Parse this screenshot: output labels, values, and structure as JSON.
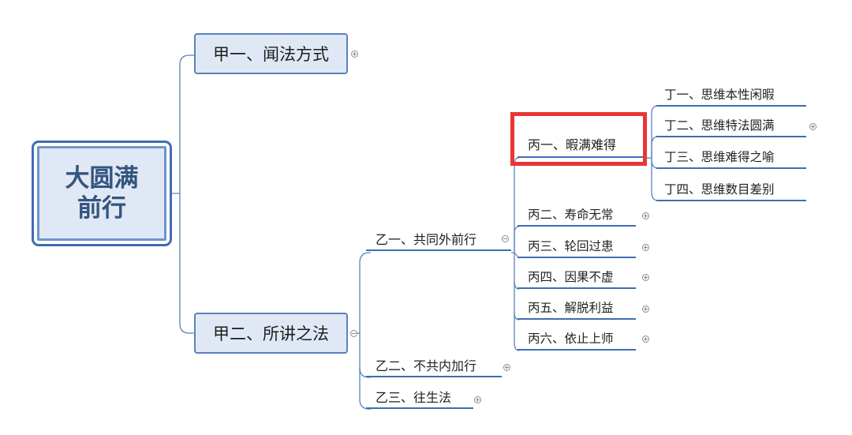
{
  "root": {
    "line1": "大圆满",
    "line2": "前行"
  },
  "jia1": {
    "label": "甲一、闻法方式",
    "expander": "+"
  },
  "jia2": {
    "label": "甲二、所讲之法",
    "expander": "−"
  },
  "yi1": {
    "label": "乙一、共同外前行",
    "expander": "−"
  },
  "yi2": {
    "label": "乙二、不共内加行",
    "expander": "+"
  },
  "yi3": {
    "label": "乙三、往生法",
    "expander": "+"
  },
  "bing": [
    {
      "label": "丙一、暇满难得",
      "expander": ""
    },
    {
      "label": "丙二、寿命无常",
      "expander": "+"
    },
    {
      "label": "丙三、轮回过患",
      "expander": "+"
    },
    {
      "label": "丙四、因果不虚",
      "expander": "+"
    },
    {
      "label": "丙五、解脱利益",
      "expander": "+"
    },
    {
      "label": "丙六、依止上师",
      "expander": "+"
    }
  ],
  "ding": [
    {
      "label": "丁一、思维本性闲暇",
      "expander": ""
    },
    {
      "label": "丁二、思维特法圆满",
      "expander": "+"
    },
    {
      "label": "丁三、思维难得之喻",
      "expander": ""
    },
    {
      "label": "丁四、思维数目差别",
      "expander": ""
    }
  ],
  "colors": {
    "connector": "#5b82bd",
    "root_fill": "#dfe8f4",
    "root_text": "#33557f",
    "highlight": "#e93535"
  }
}
